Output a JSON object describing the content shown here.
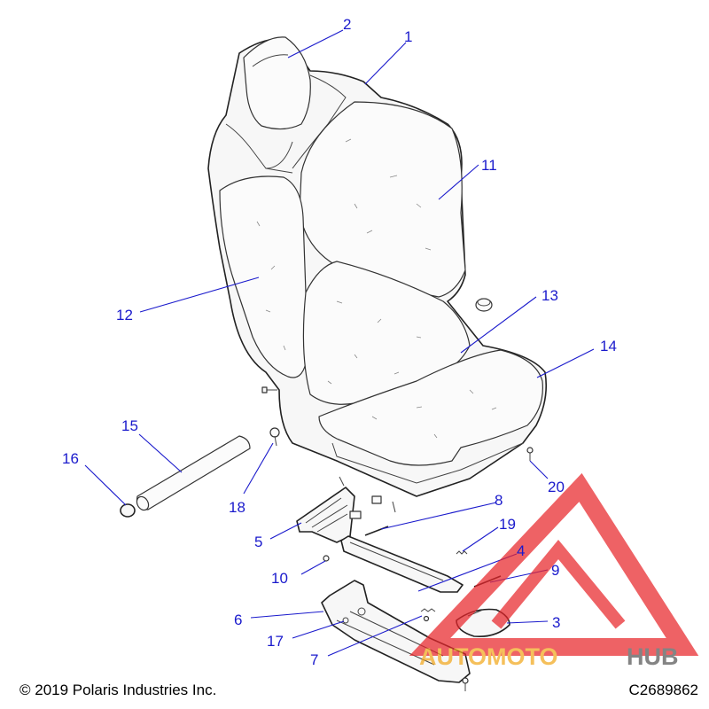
{
  "callouts": [
    {
      "id": "1",
      "label": "1"
    },
    {
      "id": "2",
      "label": "2"
    },
    {
      "id": "3",
      "label": "3"
    },
    {
      "id": "4",
      "label": "4"
    },
    {
      "id": "5",
      "label": "5"
    },
    {
      "id": "6",
      "label": "6"
    },
    {
      "id": "7",
      "label": "7"
    },
    {
      "id": "8",
      "label": "8"
    },
    {
      "id": "9",
      "label": "9"
    },
    {
      "id": "10",
      "label": "10"
    },
    {
      "id": "11",
      "label": "11"
    },
    {
      "id": "12",
      "label": "12"
    },
    {
      "id": "13",
      "label": "13"
    },
    {
      "id": "14",
      "label": "14"
    },
    {
      "id": "15",
      "label": "15"
    },
    {
      "id": "16",
      "label": "16"
    },
    {
      "id": "17",
      "label": "17"
    },
    {
      "id": "18",
      "label": "18"
    },
    {
      "id": "19",
      "label": "19"
    },
    {
      "id": "20",
      "label": "20"
    }
  ],
  "footer": {
    "copyright": "© 2019 Polaris Industries Inc.",
    "diagram_code": "C2689862"
  },
  "watermark": {
    "text_part1": "AUTOMOTO",
    "text_part2": "HUB",
    "color_primary": "#e8262b",
    "color_accent": "#f2a81d",
    "color_dark": "#555555"
  },
  "colors": {
    "callout": "#1a1acc"
  }
}
